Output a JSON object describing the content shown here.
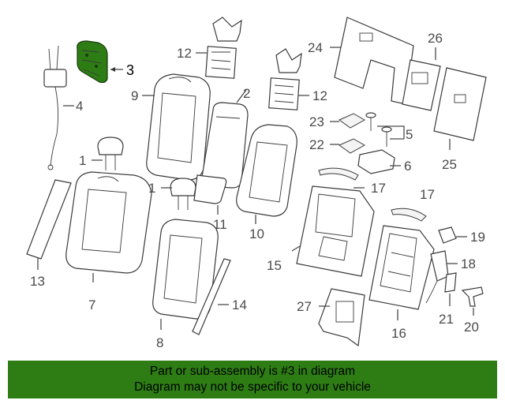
{
  "banner": {
    "line1": "Part or sub-assembly is #3 in diagram",
    "line2": "Diagram may not be specific to your vehicle"
  },
  "highlight_color": "#2e7d14",
  "highlighted_part": "3",
  "callouts": {
    "c1a": "1",
    "c1b": "1",
    "c2": "2",
    "c3": "3",
    "c4": "4",
    "c5": "5",
    "c6": "6",
    "c7": "7",
    "c8": "8",
    "c9": "9",
    "c10": "10",
    "c11": "11",
    "c12a": "12",
    "c12b": "12",
    "c13": "13",
    "c14": "14",
    "c15": "15",
    "c16": "16",
    "c17a": "17",
    "c17b": "17",
    "c18": "18",
    "c19": "19",
    "c20": "20",
    "c21": "21",
    "c22": "22",
    "c23": "23",
    "c24": "24",
    "c25": "25",
    "c26": "26",
    "c27": "27"
  }
}
